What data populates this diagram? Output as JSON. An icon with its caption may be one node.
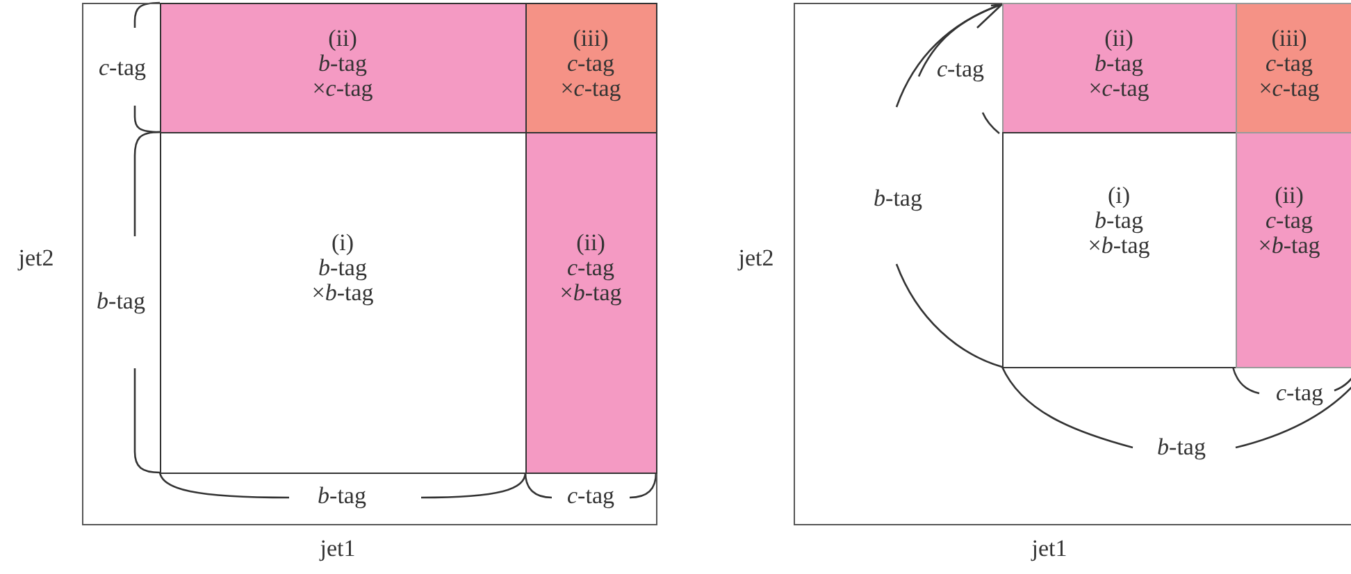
{
  "diagram": {
    "nodes": [
      {
        "text": [],
        "shape": "box"
      },
      {
        "text": [
          "(ii)",
          "*b*-tag",
          "×*c*-tag"
        ],
        "in": 0
      },
      {
        "text": [
          "(iii)",
          "*c*-tag",
          "×*c*-tag"
        ],
        "in": 0
      },
      {
        "text": [
          "(i)",
          "*b*-tag",
          "×*b*-tag"
        ],
        "in": 0
      },
      {
        "text": [
          "(ii)",
          "*c*-tag",
          "×*b*-tag"
        ],
        "in": 0
      },
      {
        "text": [],
        "shape": "box"
      },
      {
        "text": [
          "(ii)",
          "*b*-tag",
          "×*c*-tag"
        ],
        "in": 5
      },
      {
        "text": [
          "(iii)",
          "*c*-tag",
          "×*c*-tag"
        ],
        "in": 5
      },
      {
        "text": [
          "(i)",
          "*b*-tag",
          "×*b*-tag"
        ],
        "in": 5
      },
      {
        "text": [
          "(ii)",
          "*c*-tag",
          "×*b*-tag"
        ],
        "in": 5
      }
    ],
    "labels": [
      "jet2",
      "*c*-tag",
      "*b*-tag",
      "*b*-tag",
      "*c*-tag",
      "jet1",
      "*c*-tag",
      "*b*-tag",
      "jet2",
      "*c*-tag",
      "*b*-tag",
      "jet1"
    ]
  }
}
